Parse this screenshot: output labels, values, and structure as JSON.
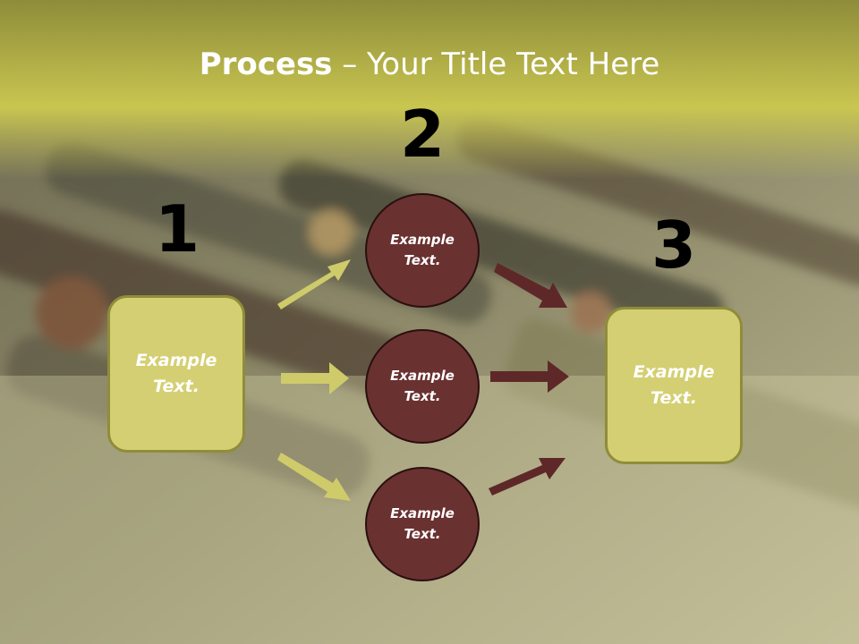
{
  "title": {
    "bold": "Process",
    "rest": " – Your Title Text Here"
  },
  "steps": {
    "one": {
      "number": "1",
      "line1": "Example",
      "line2": "Text."
    },
    "two": {
      "number": "2",
      "circles": [
        {
          "line1": "Example",
          "line2": "Text."
        },
        {
          "line1": "Example",
          "line2": "Text."
        },
        {
          "line1": "Example",
          "line2": "Text."
        }
      ]
    },
    "three": {
      "number": "3",
      "line1": "Example",
      "line2": "Text."
    }
  },
  "colors": {
    "box_fill": "#d4cf72",
    "circle_fill": "#6a3131",
    "arrow_light": "#cfcb6a",
    "arrow_dark": "#5e2828"
  }
}
